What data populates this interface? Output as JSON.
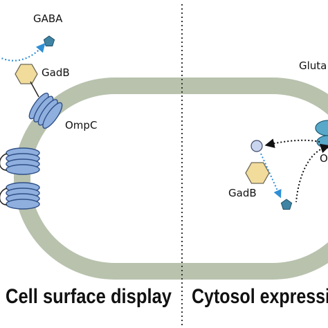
{
  "labels": {
    "gaba": "GABA",
    "gadb_left": "GadB",
    "ompc_left": "OmpC",
    "glutamate_partial": "Gluta",
    "ompc_right_partial": "O",
    "gadb_right": "GadB"
  },
  "panels": {
    "left_title": "Cell surface display",
    "right_title": "Cytosol expressi"
  },
  "colors": {
    "membrane": "#b8c2ad",
    "membrane_inner": "#ffffff",
    "porin": "#8fb0df",
    "porin_stroke": "#2f4f86",
    "gadb": "#f2dc9c",
    "gadb_stroke": "#6e6a5a",
    "gaba": "#3f84a3",
    "glutamate": "#c9d5ef",
    "arrow_blue": "#2f8fd6",
    "arrow_black": "#111111",
    "divider": "#333333"
  },
  "icons": {
    "gaba": "pentagon",
    "gadb": "hexagon",
    "glutamate": "circle",
    "ompc": "stacked-rings"
  }
}
